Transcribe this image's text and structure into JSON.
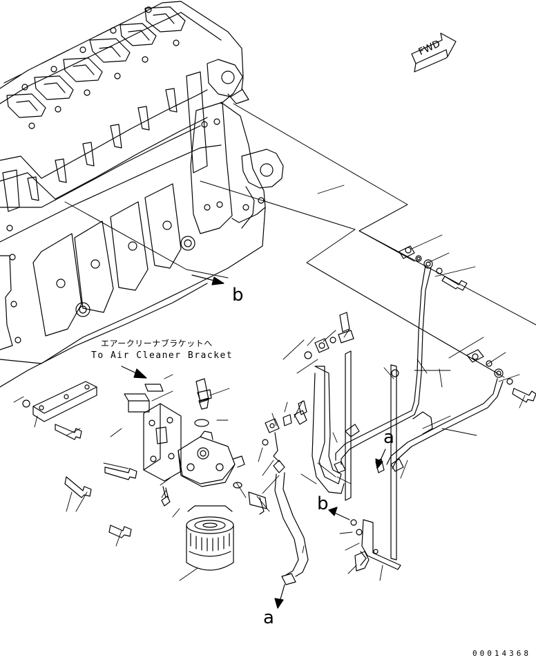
{
  "callouts": {
    "a_top": "a",
    "a_bottom": "a",
    "b_top": "b",
    "b_bottom": "b"
  },
  "direction_marker": "FWD",
  "note": {
    "japanese": "エアークリーナブラケットへ",
    "english": "To Air Cleaner Bracket"
  },
  "part_number": "00014368"
}
